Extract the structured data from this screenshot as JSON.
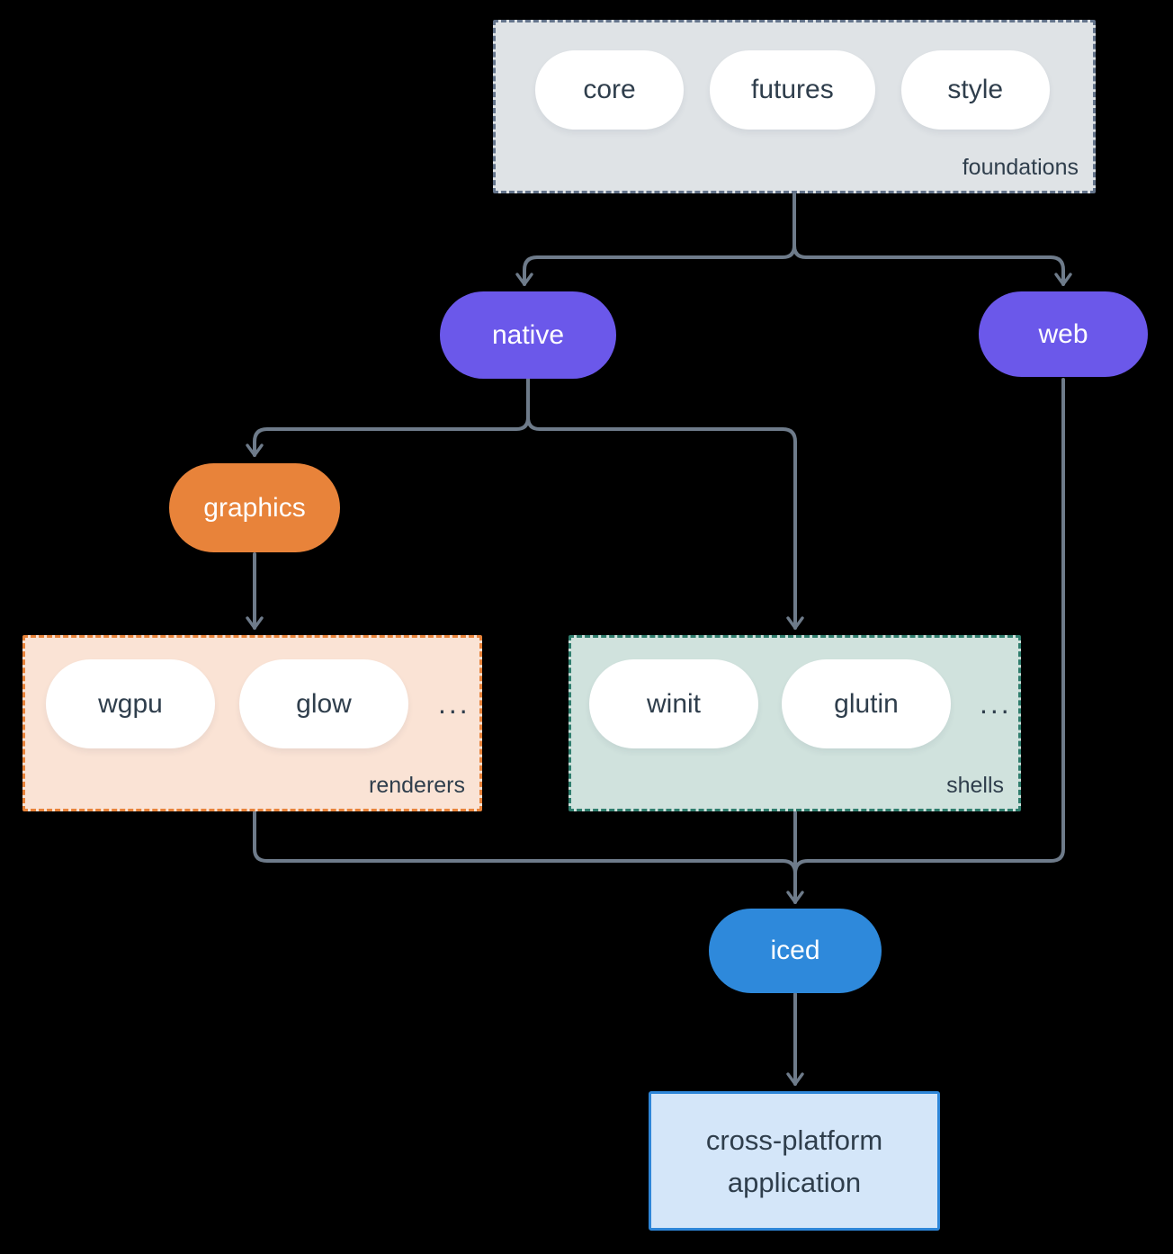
{
  "colors": {
    "background": "#000000",
    "connector": "#6e7b8a",
    "purple": "#6b58ea",
    "orange": "#e8833a",
    "blue": "#2e89db",
    "foundations_fill": "#dfe3e6",
    "foundations_border": "#64748b",
    "renderers_fill": "#fae3d5",
    "renderers_border": "#e8833a",
    "shells_fill": "#d0e2dd",
    "shells_border": "#2f7d6d",
    "app_fill": "#d4e6f9",
    "app_border": "#2e86d8",
    "text_dark": "#2f3e4c",
    "text_light": "#ffffff"
  },
  "foundations": {
    "label": "foundations",
    "pills": [
      "core",
      "futures",
      "style"
    ]
  },
  "native": {
    "label": "native"
  },
  "web": {
    "label": "web"
  },
  "graphics": {
    "label": "graphics"
  },
  "renderers": {
    "label": "renderers",
    "pills": [
      "wgpu",
      "glow"
    ],
    "more": "..."
  },
  "shells": {
    "label": "shells",
    "pills": [
      "winit",
      "glutin"
    ],
    "more": "..."
  },
  "iced": {
    "label": "iced"
  },
  "application": {
    "line1": "cross-platform",
    "line2": "application"
  }
}
